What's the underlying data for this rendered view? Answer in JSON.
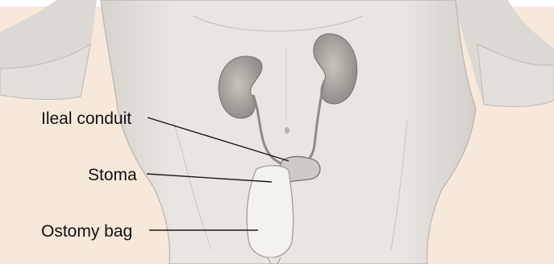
{
  "diagram": {
    "labels": {
      "ileal_conduit": "Ileal conduit",
      "stoma": "Stoma",
      "ostomy_bag": "Ostomy bag"
    },
    "colors": {
      "background": "#f7e9d9",
      "skin": "#e6e3df",
      "skin_shadow": "#c9c5c0",
      "kidney": "#b9b4ae",
      "kidney_dark": "#8f8a85",
      "bag": "#f4f2ef",
      "leader_line": "#1a1a1a"
    }
  }
}
